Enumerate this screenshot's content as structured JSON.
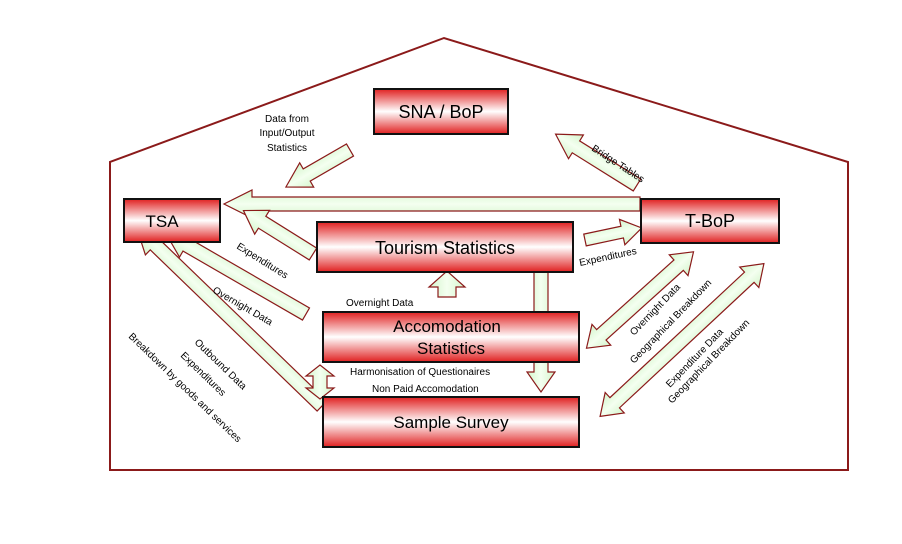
{
  "colors": {
    "house_outline": "#8b1a1a",
    "box_red": "#e02020",
    "box_border": "#111111",
    "arrow_fill": "#d4f5cc",
    "arrow_stroke": "#8b1a1a"
  },
  "boxes": {
    "sna_bop": "SNA / BoP",
    "tsa": "TSA",
    "t_bop": "T-BoP",
    "tourism_statistics": "Tourism Statistics",
    "accommodation_line1": "Accomodation",
    "accommodation_line2": "Statistics",
    "sample_survey": "Sample Survey"
  },
  "labels": {
    "data_from_1": "Data from",
    "data_from_2": "Input/Output",
    "data_from_3": "Statistics",
    "bridge_tables": "Bridge Tables",
    "expenditures_left": "Expenditures",
    "expenditures_right": "Expenditures",
    "overnight_data_left": "Overnight  Data",
    "overnight_data_center": "Overnight  Data",
    "outbound_1": "Outbound Data",
    "outbound_2": "Expenditures",
    "outbound_3": "Breakdown by goods and services",
    "harmonisation": "Harmonisation  of Questionaires",
    "non_paid": "Non Paid Accomodation",
    "overnight_geo_1": "Overnight  Data",
    "overnight_geo_2": "Geographical  Breakdown",
    "expenditure_geo_1": "Expenditure Data",
    "expenditure_geo_2": "Geographical  Breakdown"
  }
}
